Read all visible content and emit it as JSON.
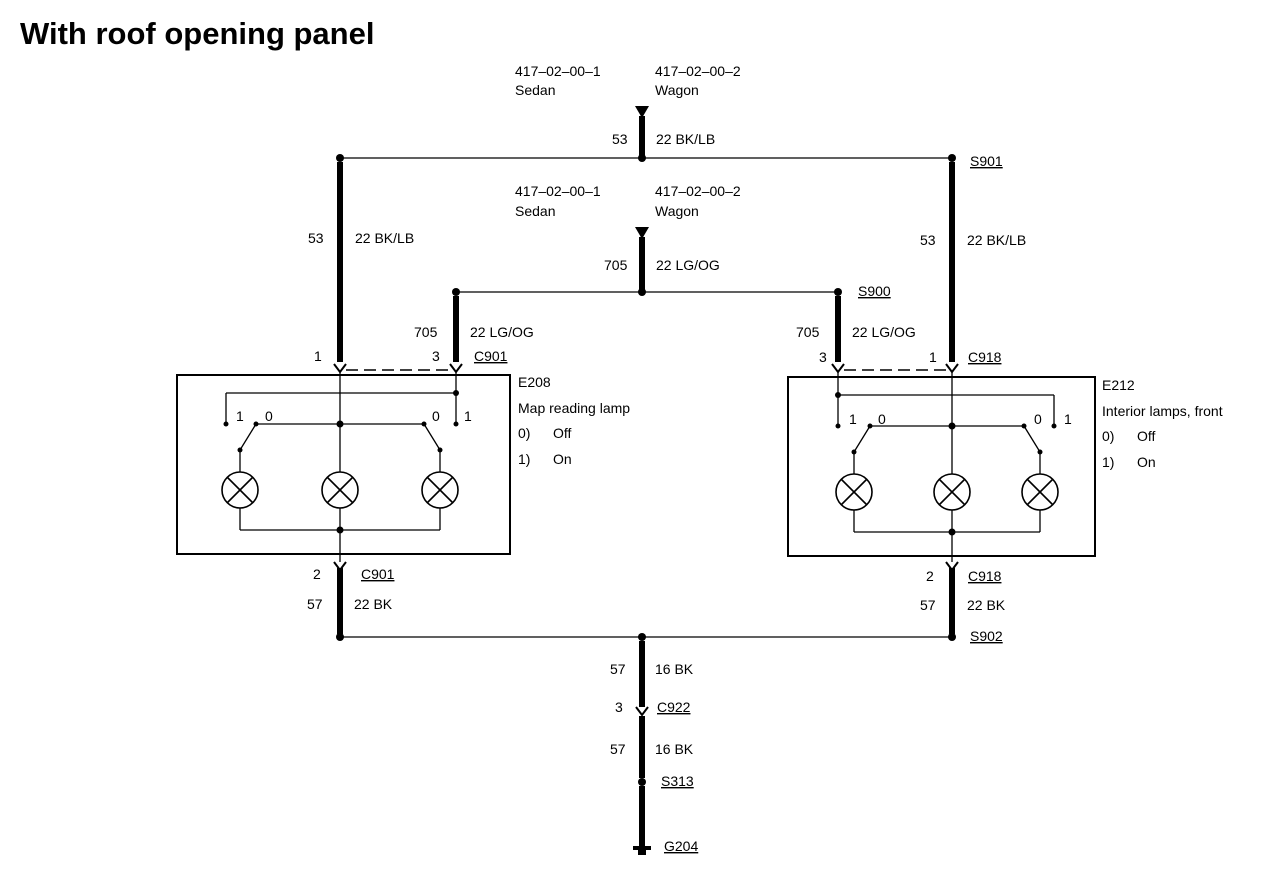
{
  "title": "With roof opening panel",
  "refs": {
    "top": {
      "left_code": "417–02–00–1",
      "left_body": "Sedan",
      "right_code": "417–02–00–2",
      "right_body": "Wagon"
    },
    "mid": {
      "left_code": "417–02–00–1",
      "left_body": "Sedan",
      "right_code": "417–02–00–2",
      "right_body": "Wagon"
    }
  },
  "wires": {
    "w53_top": {
      "circuit": "53",
      "spec": "22 BK/LB"
    },
    "w53_left": {
      "circuit": "53",
      "spec": "22 BK/LB"
    },
    "w53_right": {
      "circuit": "53",
      "spec": "22 BK/LB"
    },
    "w705_mid": {
      "circuit": "705",
      "spec": "22 LG/OG"
    },
    "w705_left": {
      "circuit": "705",
      "spec": "22 LG/OG"
    },
    "w705_right": {
      "circuit": "705",
      "spec": "22 LG/OG"
    },
    "w57_left": {
      "circuit": "57",
      "spec": "22 BK"
    },
    "w57_right": {
      "circuit": "57",
      "spec": "22 BK"
    },
    "w57_center_upper": {
      "circuit": "57",
      "spec": "16 BK"
    },
    "w57_center_lower": {
      "circuit": "57",
      "spec": "16 BK"
    }
  },
  "splices": {
    "s901": "S901",
    "s900": "S900",
    "s902": "S902",
    "s313": "S313"
  },
  "ground": "G204",
  "connectors": {
    "c901_top": {
      "pin_a": "1",
      "pin_b": "3",
      "name": "C901"
    },
    "c918_top": {
      "pin_a": "3",
      "pin_b": "1",
      "name": "C918"
    },
    "c901_bottom": {
      "pin": "2",
      "name": "C901"
    },
    "c918_bottom": {
      "pin": "2",
      "name": "C918"
    },
    "c922": {
      "pin": "3",
      "name": "C922"
    }
  },
  "components": {
    "e208": {
      "id": "E208",
      "name": "Map reading lamp",
      "state_off_num": "0)",
      "state_off_label": "Off",
      "state_on_num": "1)",
      "state_on_label": "On",
      "sw_left_1": "1",
      "sw_left_0": "0",
      "sw_right_0": "0",
      "sw_right_1": "1"
    },
    "e212": {
      "id": "E212",
      "name": "Interior lamps, front",
      "state_off_num": "0)",
      "state_off_label": "Off",
      "state_on_num": "1)",
      "state_on_label": "On",
      "sw_left_1": "1",
      "sw_left_0": "0",
      "sw_right_0": "0",
      "sw_right_1": "1"
    }
  },
  "icons": [
    "lamp-icon",
    "splice-dot-icon",
    "connector-arrow-icon",
    "ground-icon"
  ]
}
